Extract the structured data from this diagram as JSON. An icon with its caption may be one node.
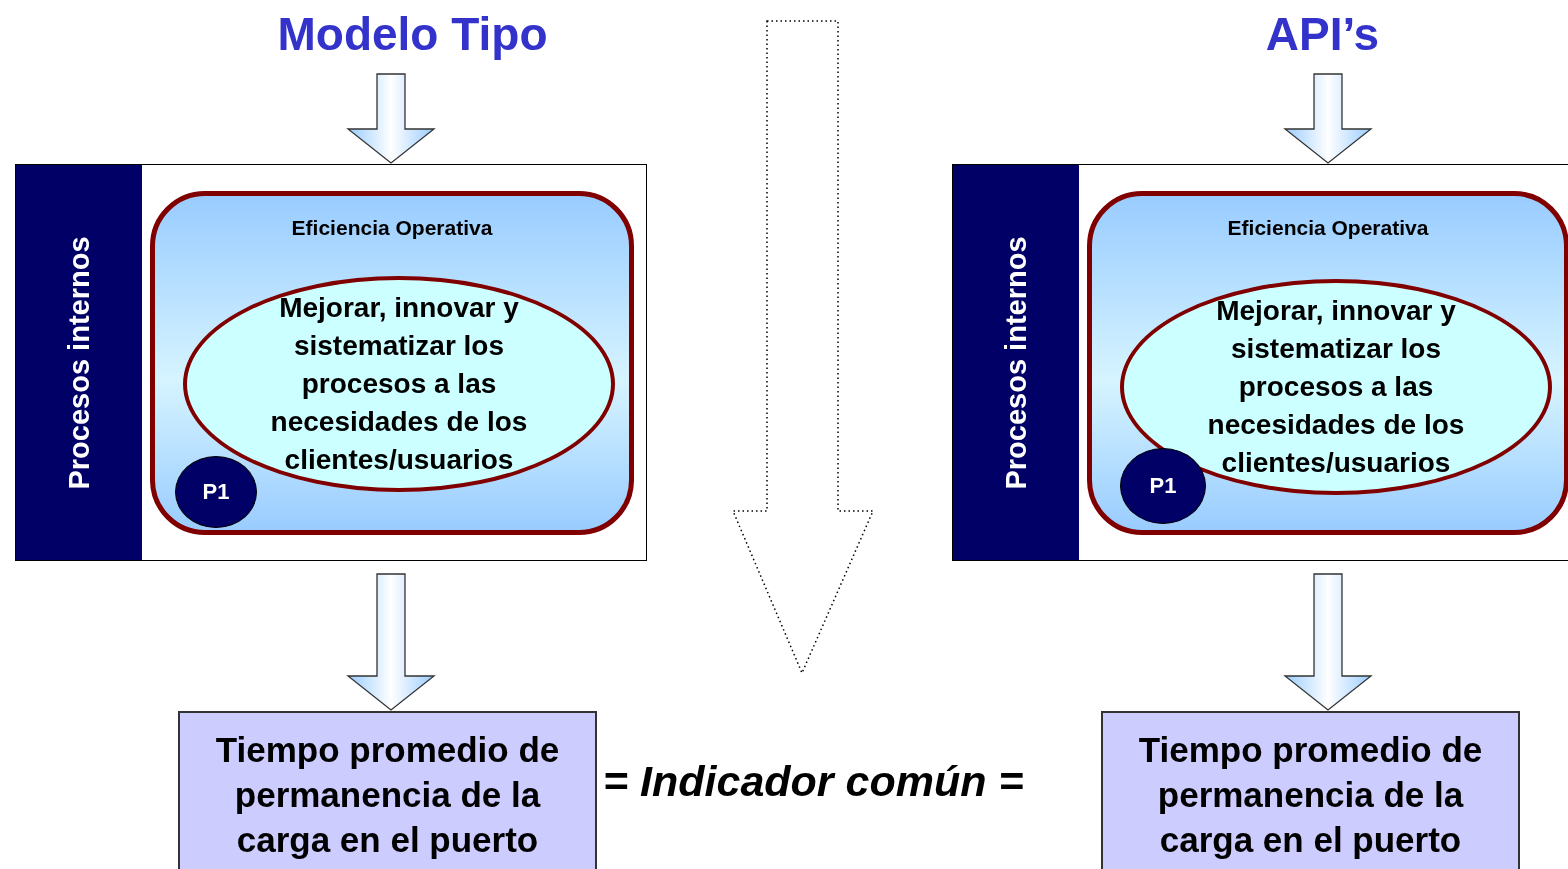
{
  "diagram": {
    "nodes": [
      {
        "text": [
          "Modelo Tipo"
        ]
      },
      {
        "text": [
          "Procesos internos"
        ]
      },
      {
        "text": [
          "Eficiencia Operativa"
        ],
        "in": 1
      },
      {
        "text": [
          "Mejorar, innovar y sistematizar los procesos a las necesidades de los clientes/usuarios"
        ],
        "in": 2
      },
      {
        "text": [
          "P1"
        ],
        "in": 2
      },
      {
        "text": [
          "Tiempo promedio de permanencia de la carga en el puerto"
        ]
      },
      {
        "text": [
          "API’s"
        ]
      },
      {
        "text": [
          "Procesos internos"
        ]
      },
      {
        "text": [
          "Eficiencia Operativa"
        ],
        "in": 7
      },
      {
        "text": [
          "Mejorar, innovar y sistematizar los procesos a las necesidades de los clientes/usuarios"
        ],
        "in": 8
      },
      {
        "text": [
          "P1"
        ],
        "in": 8
      },
      {
        "text": [
          "Tiempo promedio de permanencia de la carga en el puerto"
        ]
      }
    ],
    "edges": [
      {
        "from": 0,
        "to": 1,
        "arrow": "to"
      },
      {
        "from": 1,
        "to": 5,
        "arrow": "to"
      },
      {
        "from": 6,
        "to": 7,
        "arrow": "to"
      },
      {
        "from": 7,
        "to": 11,
        "arrow": "to"
      }
    ],
    "labels": [
      "= Indicador común ="
    ]
  }
}
